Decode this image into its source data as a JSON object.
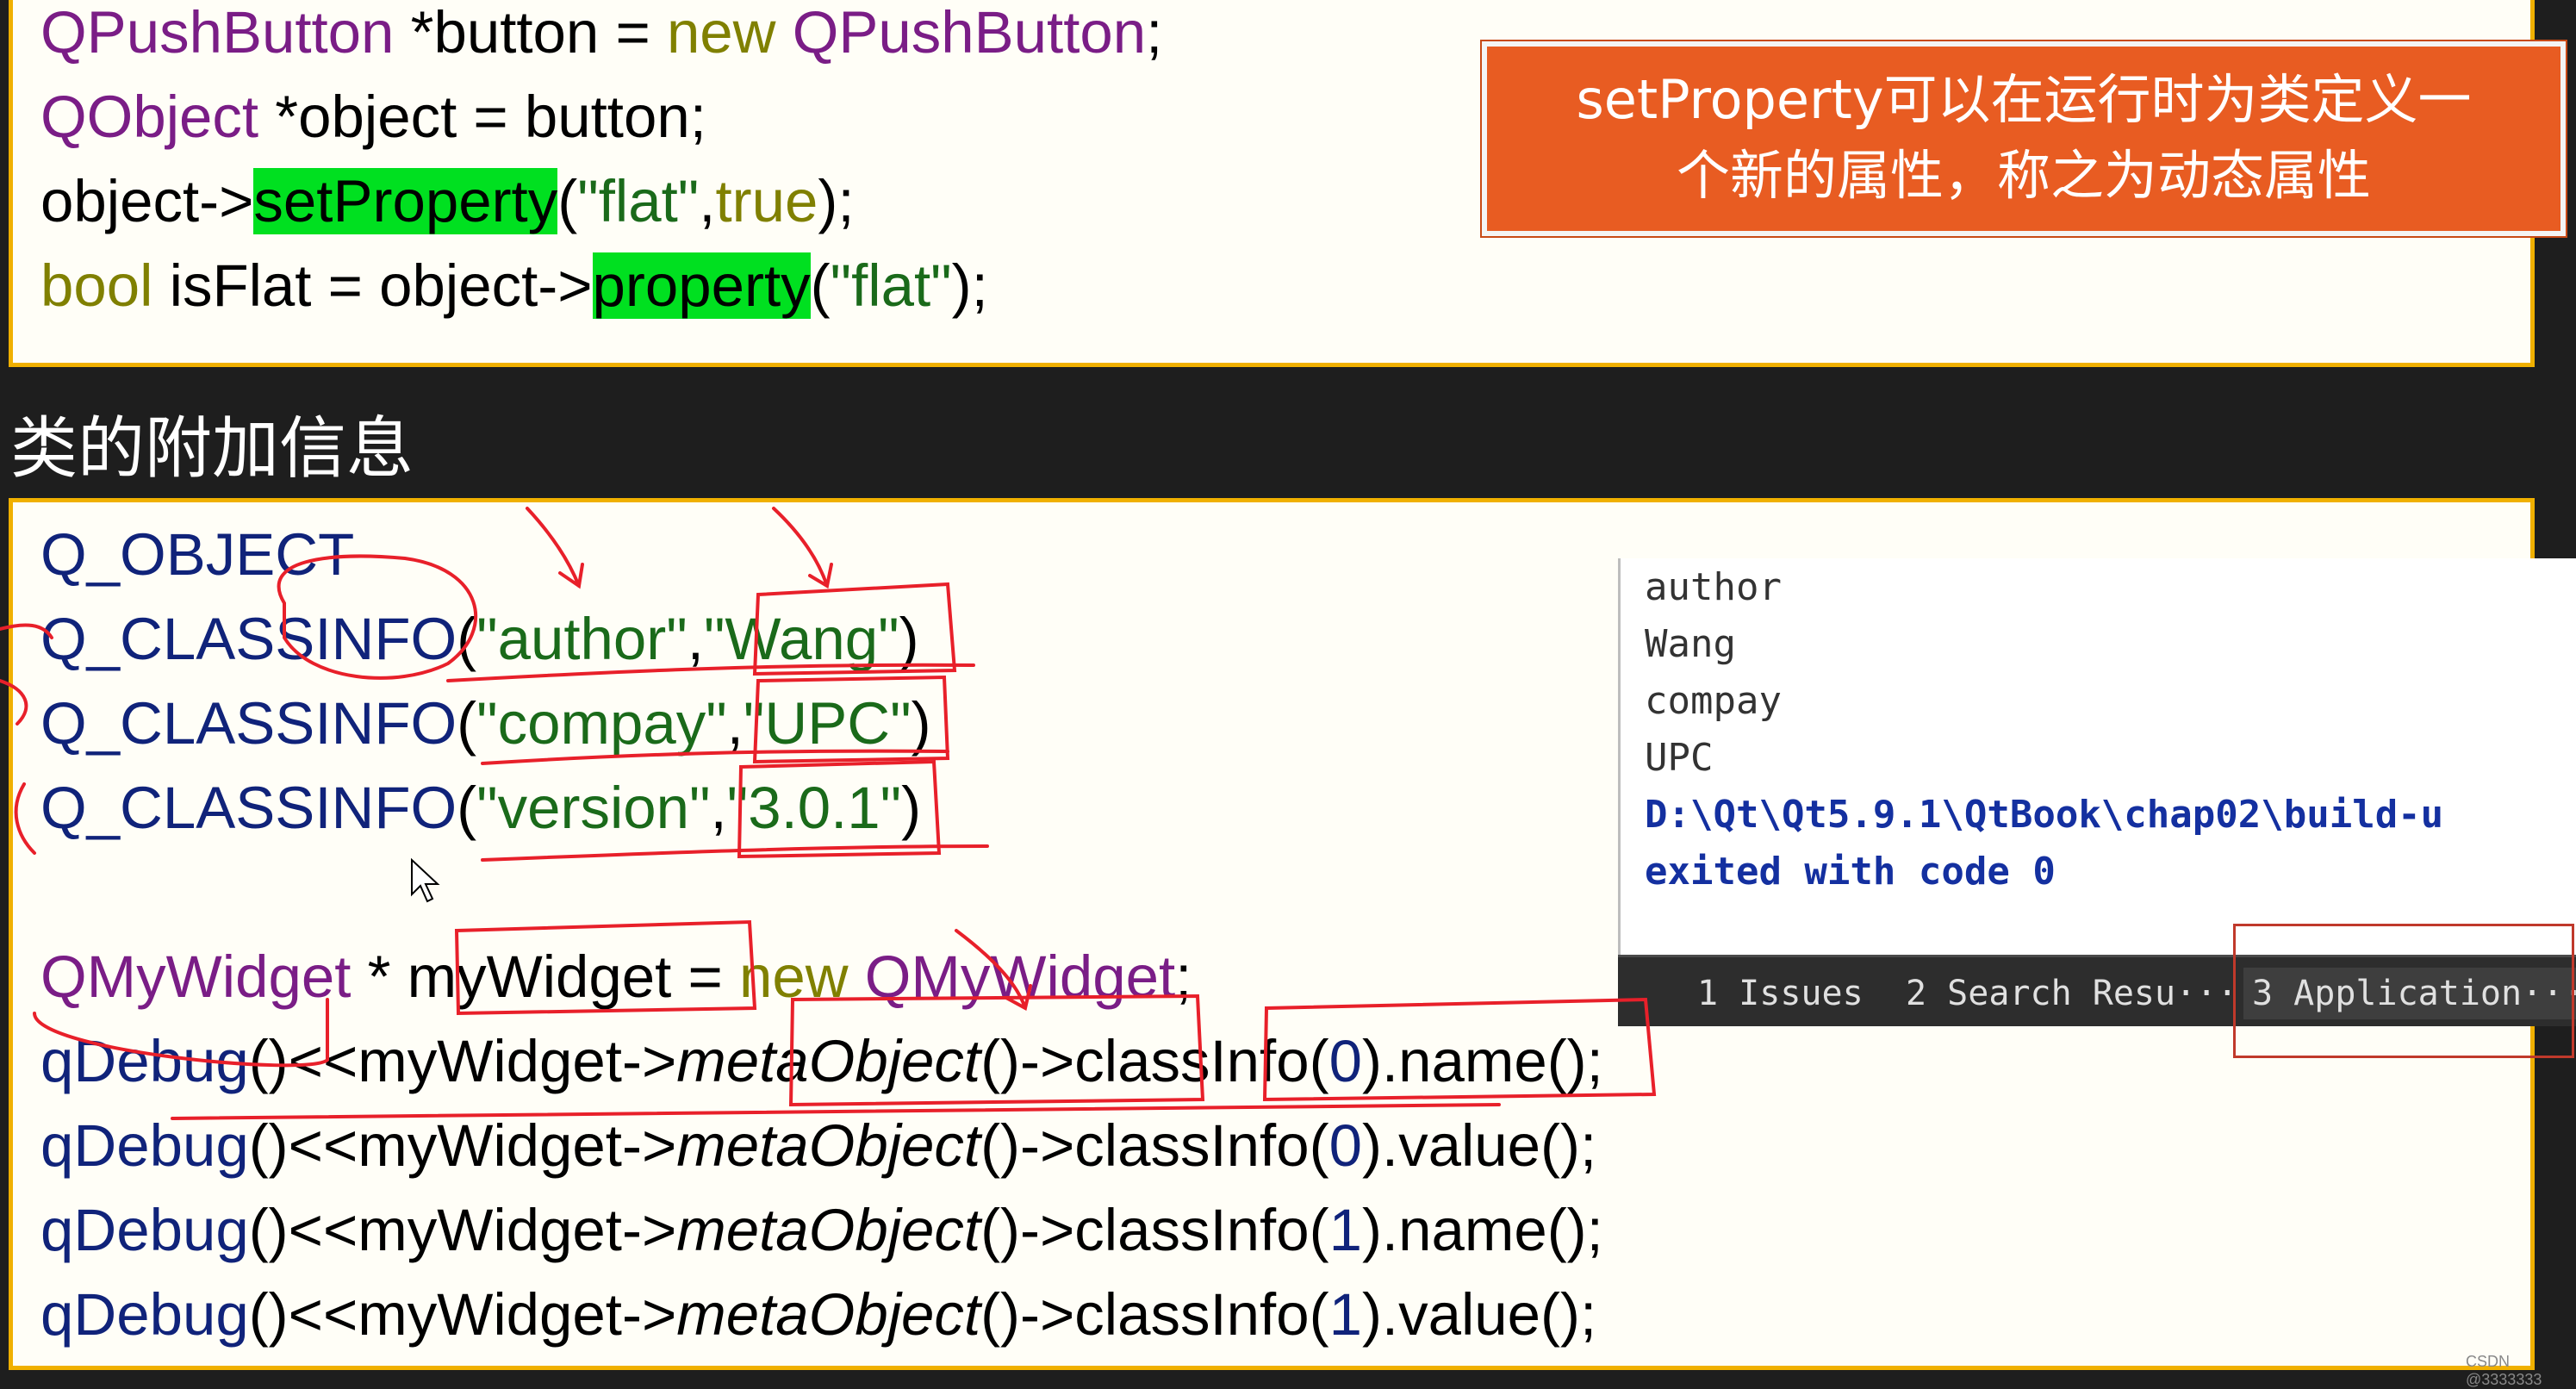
{
  "top_code": {
    "l1_type": "QPushButton",
    "l1_mid": " *button = ",
    "l1_new": "new",
    "l1_type2": " QPushButton",
    "l1_end": ";",
    "l2_type": "QObject",
    "l2_rest": " *object = button;",
    "l3_a": "object->",
    "l3_hl": "setProperty",
    "l3_b": "(",
    "l3_str": "\"flat\"",
    "l3_c": ",",
    "l3_true": "true",
    "l3_d": ");",
    "l4_bool": "bool",
    "l4_a": " isFlat = object->",
    "l4_hl": "property",
    "l4_b": "(",
    "l4_str": "\"flat\"",
    "l4_c": ");"
  },
  "callout": {
    "line1": "setProperty可以在运行时为类定义一",
    "line2": "个新的属性，称之为动态属性"
  },
  "section_heading": "类的附加信息",
  "bottom_code": {
    "q_object": "Q_OBJECT",
    "ci_macro": "Q_CLASSINFO",
    "ci1_k": "\"author\"",
    "ci1_v": "\"Wang\"",
    "ci2_k": "\"compay\"",
    "ci2_v": "\"UPC\"",
    "ci3_k": "\"version\"",
    "ci3_v": "\"3.0.1\"",
    "w_type": "QMyWidget",
    "w_mid": " * myWidget = ",
    "w_new": "new",
    "w_type2": " QMyWidget",
    "w_end": ";",
    "qdebug": "qDebug",
    "qd_a": "()<<myWidget->",
    "meta": "metaObject",
    "qd_b": "()->classInfo(",
    "idx0": "0",
    "idx1": "1",
    "end_name": ").name();",
    "end_value": ").value();"
  },
  "console": {
    "lines": [
      "author",
      "Wang",
      "compay",
      "UPC"
    ],
    "path_line": "D:\\Qt\\Qt5.9.1\\QtBook\\chap02\\build-u",
    "exit_line": "exited with code 0"
  },
  "tabs": {
    "issues": "1 Issues",
    "search": "2 Search Resu···",
    "application": "3 Application···"
  },
  "watermarks": {
    "bottom_right": "CSDN @3333333"
  },
  "colors": {
    "highlight": "#00e020",
    "callout_bg": "#e85c22",
    "panel_border": "#f0b000",
    "annotation_red": "#e8202a"
  }
}
